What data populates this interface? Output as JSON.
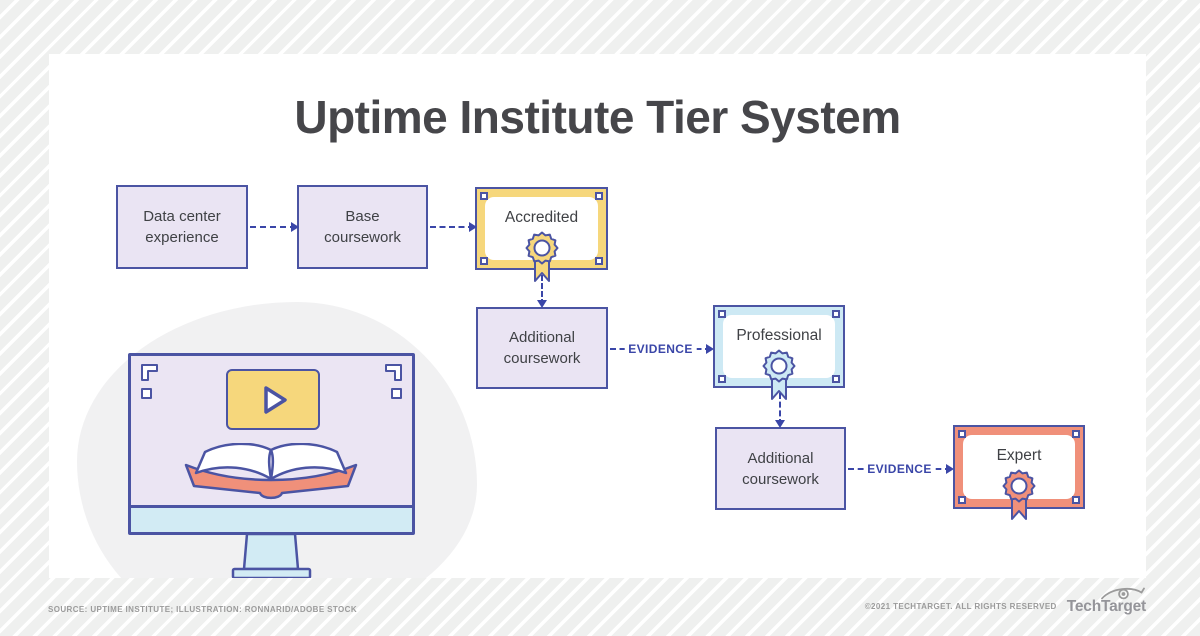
{
  "title": "Uptime Institute Tier System",
  "flow": {
    "box1": "Data center\nexperience",
    "box2": "Base\ncoursework",
    "box3": "Additional\ncoursework",
    "box4": "Additional\ncoursework",
    "cert_accredited": "Accredited",
    "cert_professional": "Professional",
    "cert_expert": "Expert",
    "evidence1": "EVIDENCE",
    "evidence2": "EVIDENCE"
  },
  "footer": {
    "source": "SOURCE: UPTIME INSTITUTE; ILLUSTRATION: RONNARID/ADOBE STOCK",
    "copyright": "©2021 TECHTARGET. ALL RIGHTS RESERVED",
    "logo_text": "TechTarget"
  },
  "colors": {
    "indigo": "#4B54A3",
    "arrow": "#3A46A8",
    "lavender": "#EAE4F3",
    "screen_lavender": "#EBE5F3",
    "yellow": "#F6D77C",
    "light_blue": "#CDE9F4",
    "bar_blue": "#D2EBF4",
    "coral": "#F0907A",
    "text_dark": "#3F4145",
    "title": "#46464A",
    "footer_gray": "#9B9B9B",
    "blob": "#F1F1F2",
    "canvas": "#FFFFFF",
    "stripe_base": "#EFF0EF"
  }
}
